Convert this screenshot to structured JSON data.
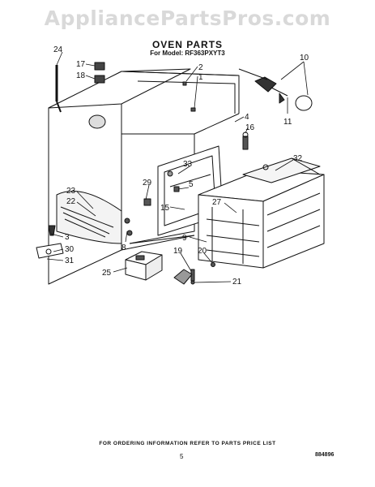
{
  "watermark": "AppliancePartsPros.com",
  "title": "OVEN PARTS",
  "subtitle": "For Model: RF363PXYT3",
  "callouts": [
    "24",
    "17",
    "18",
    "2",
    "1",
    "10",
    "11",
    "4",
    "16",
    "32",
    "33",
    "29",
    "5",
    "15",
    "27",
    "23",
    "22",
    "3",
    "30",
    "31",
    "8",
    "9",
    "20",
    "19",
    "25",
    "21"
  ],
  "footer": "FOR ORDERING INFORMATION REFER TO PARTS PRICE LIST",
  "page_number": "5",
  "doc_code": "884896"
}
